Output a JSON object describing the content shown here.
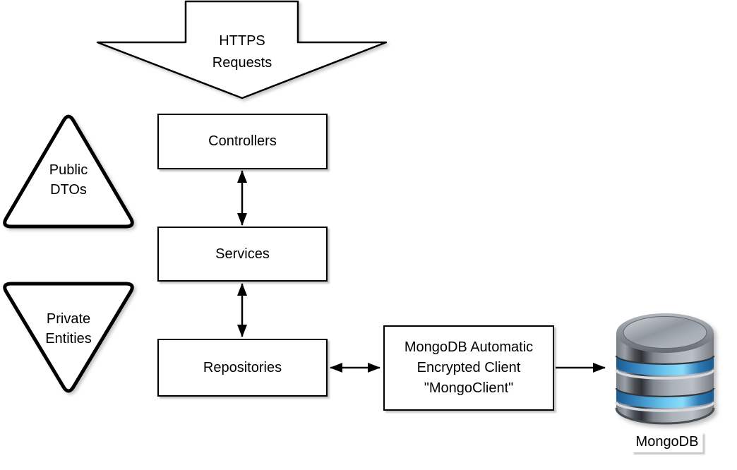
{
  "colors": {
    "stroke": "#000000",
    "fill": "#ffffff",
    "db_blue_bright": "#7bd0f5",
    "db_blue_dark": "#1b5a8e",
    "db_gray": "#aab0b7"
  },
  "https_arrow": {
    "line1": "HTTPS",
    "line2": "Requests"
  },
  "boxes": {
    "controllers": "Controllers",
    "services": "Services",
    "repositories": "Repositories"
  },
  "triangles": {
    "public": {
      "line1": "Public",
      "line2": "DTOs"
    },
    "private": {
      "line1": "Private",
      "line2": "Entities"
    }
  },
  "client_box": {
    "line1": "MongoDB Automatic",
    "line2": "Encrypted Client",
    "line3": "\"MongoClient\""
  },
  "database": {
    "label": "MongoDB",
    "icon": "mongodb-database-icon"
  }
}
